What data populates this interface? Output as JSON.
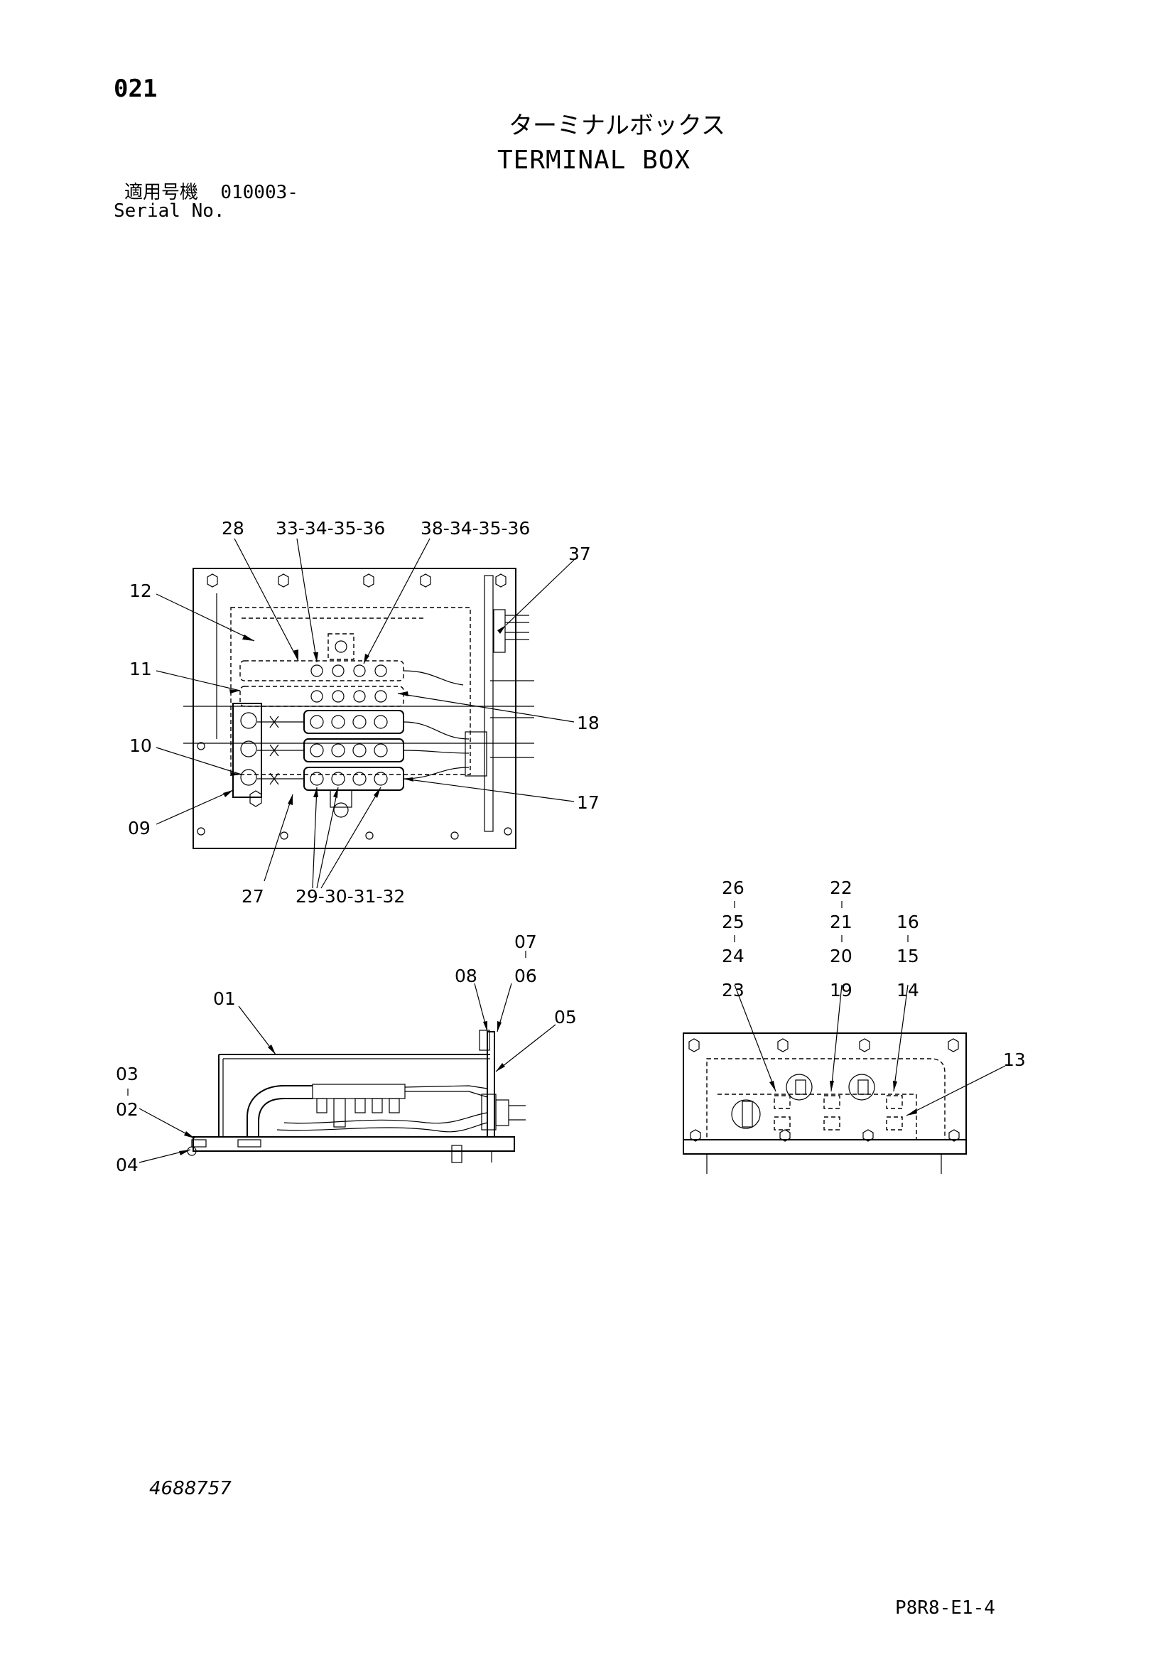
{
  "header": {
    "page_number": "021",
    "title_jp": "ターミナルボックス",
    "title_en": "TERMINAL BOX",
    "serial_label_jp": "適用号機",
    "serial_value": "010003-",
    "serial_label_en": "Serial No."
  },
  "top_view_callouts": {
    "c28": "28",
    "c33": "33-34-35-36",
    "c38": "38-34-35-36",
    "c37": "37",
    "c12": "12",
    "c11": "11",
    "c10": "10",
    "c09": "09",
    "c18": "18",
    "c17": "17",
    "c27": "27",
    "c29": "29-30-31-32"
  },
  "side_view_callouts": {
    "c01": "01",
    "c03": "03",
    "c02": "02",
    "c04": "04",
    "c08": "08",
    "c07": "07",
    "c06": "06",
    "c05": "05"
  },
  "front_view_callouts": {
    "c26": "26",
    "c25": "25",
    "c24": "24",
    "c23": "23",
    "c22": "22",
    "c21": "21",
    "c20": "20",
    "c19": "19",
    "c16": "16",
    "c15": "15",
    "c14": "14",
    "c13": "13"
  },
  "footer": {
    "doc_number": "4688757",
    "page_code": "P8R8-E1-4"
  }
}
